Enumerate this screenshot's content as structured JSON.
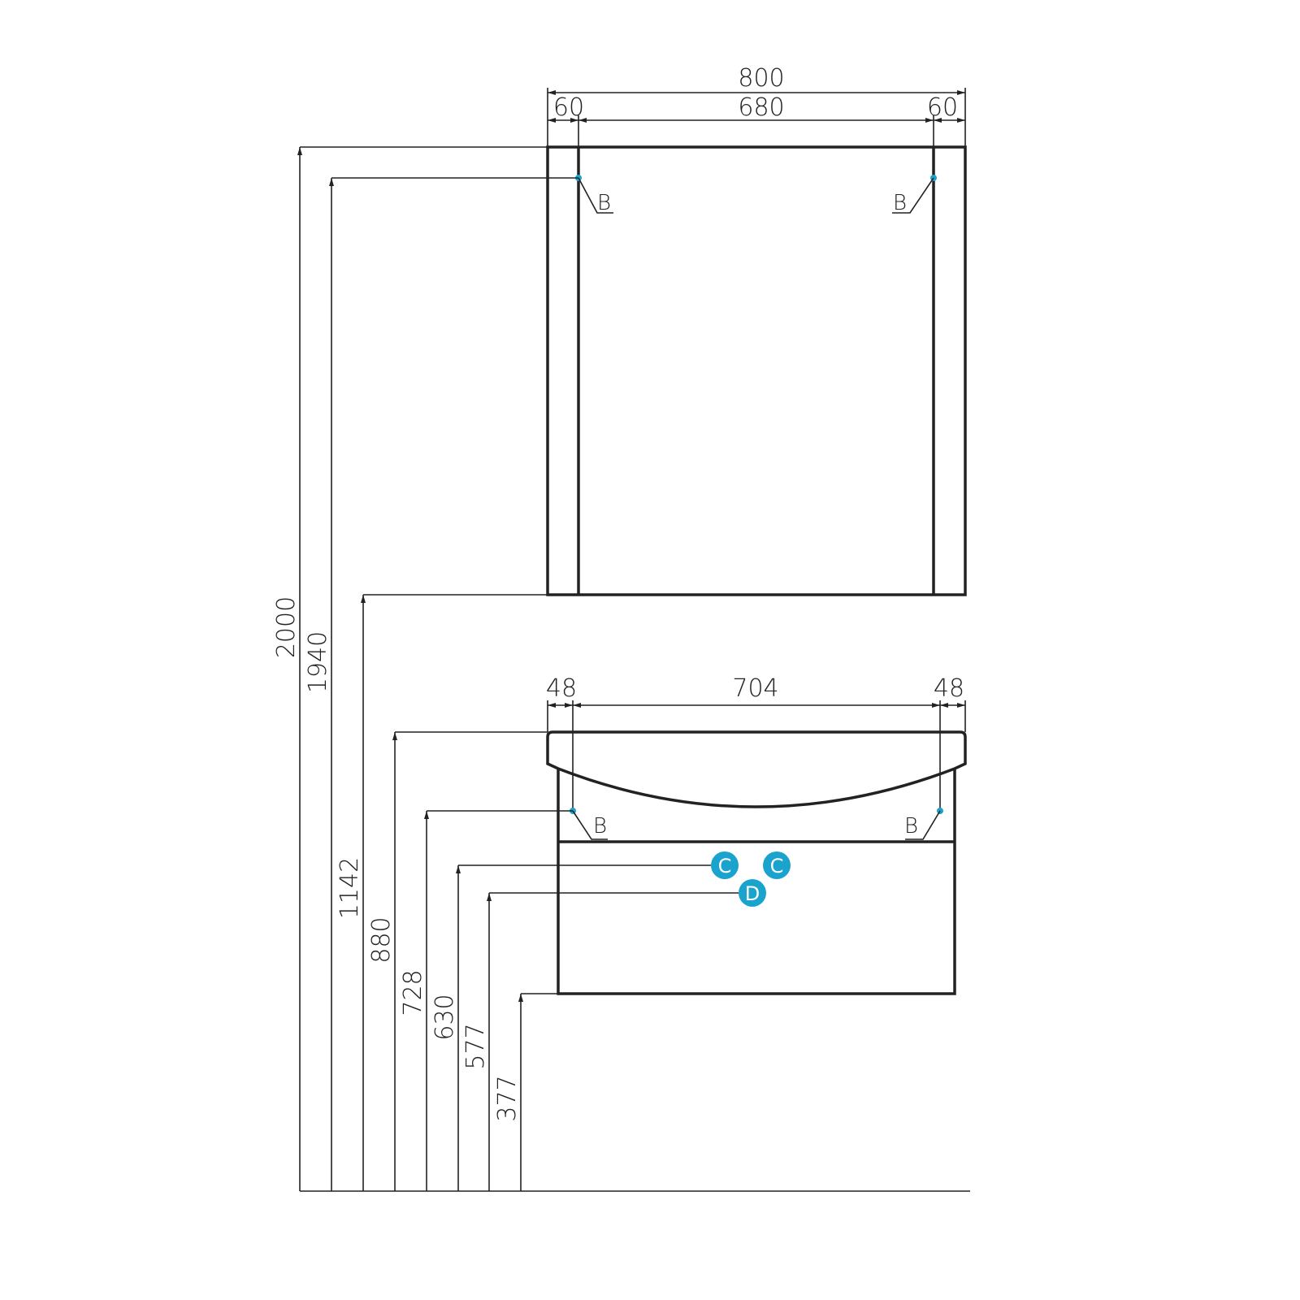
{
  "colors": {
    "accent": "#1aa3cc",
    "line": "#222222"
  },
  "mirror": {
    "width_total": "800",
    "width_left": "60",
    "width_middle": "680",
    "width_right": "60",
    "fixing_label_left": "B",
    "fixing_label_right": "B"
  },
  "cabinet": {
    "width_left": "48",
    "width_middle": "704",
    "width_right": "48",
    "fixing_label_left": "B",
    "fixing_label_right": "B",
    "marker_c1": "C",
    "marker_c2": "C",
    "marker_d": "D"
  },
  "heights": [
    "2000",
    "1940",
    "1142",
    "880",
    "728",
    "630",
    "577",
    "377"
  ]
}
